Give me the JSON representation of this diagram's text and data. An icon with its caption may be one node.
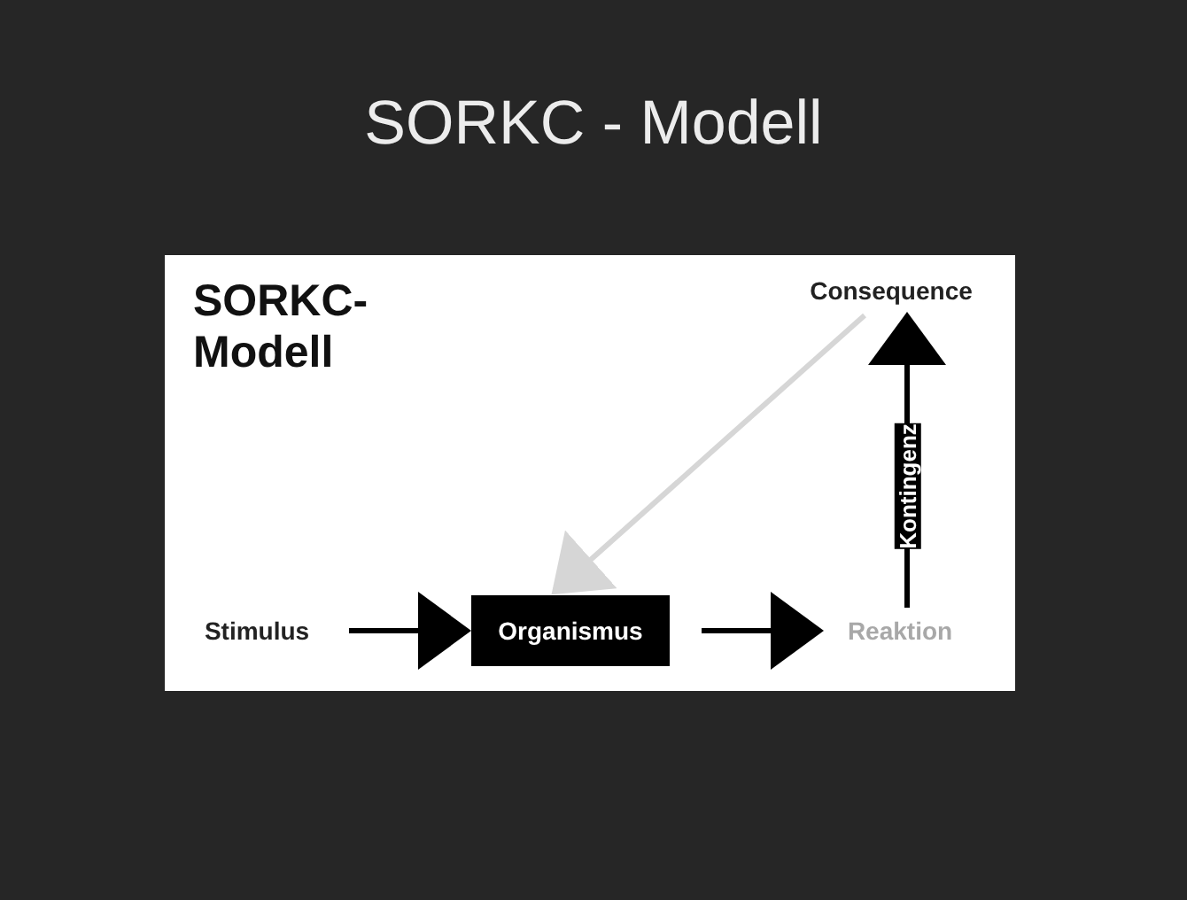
{
  "diagram": {
    "title": "SORKC - Modell",
    "nodes": [
      {
        "text": [
          "SORKC- Modell"
        ]
      },
      {
        "text": [
          "Stimulus"
        ],
        "in": 0
      },
      {
        "text": [
          "Organismus"
        ],
        "in": 0
      },
      {
        "text": [
          "Reaktion"
        ],
        "in": 0
      },
      {
        "text": [
          "Consequence"
        ],
        "in": 0
      }
    ],
    "edges": [
      {
        "from": 1,
        "to": 2,
        "arrow": "to"
      },
      {
        "from": 2,
        "to": 3,
        "arrow": "to"
      },
      {
        "from": 4,
        "to": 2,
        "arrow": "to",
        "color": "#d6d6d6"
      },
      {
        "from": 3,
        "to": 4,
        "arrow": "to",
        "label": "Kontingenz"
      }
    ]
  }
}
